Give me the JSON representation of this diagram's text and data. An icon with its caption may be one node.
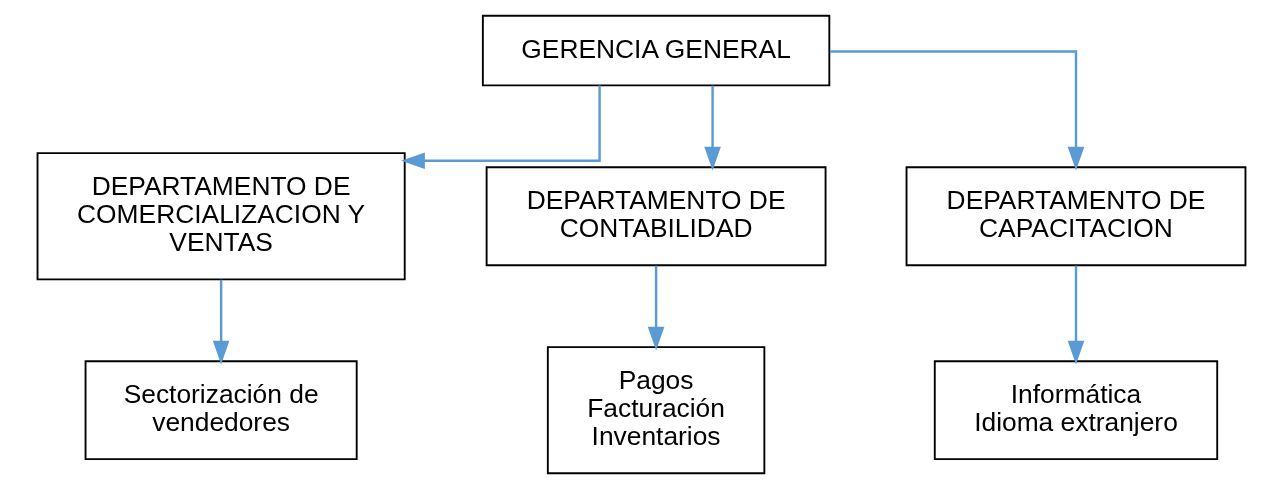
{
  "diagram": {
    "nodes": [
      {
        "text": [
          "GERENCIA GENERAL"
        ]
      },
      {
        "text": [
          "DEPARTAMENTO DE COMERCIALIZACION Y VENTAS"
        ]
      },
      {
        "text": [
          "DEPARTAMENTO DE CONTABILIDAD"
        ]
      },
      {
        "text": [
          "DEPARTAMENTO DE CAPACITACION"
        ]
      },
      {
        "text": [
          "Sectorización de vendedores"
        ]
      },
      {
        "text": [
          "Pagos",
          "Facturación",
          "Inventarios"
        ]
      },
      {
        "text": [
          "Informática",
          "Idioma extranjero"
        ]
      }
    ],
    "edges": [
      {
        "from": 0,
        "to": 1,
        "arrow": "to"
      },
      {
        "from": 0,
        "to": 2,
        "arrow": "to"
      },
      {
        "from": 0,
        "to": 3,
        "arrow": "to"
      },
      {
        "from": 1,
        "to": 4,
        "arrow": "to"
      },
      {
        "from": 2,
        "to": 5,
        "arrow": "to"
      },
      {
        "from": 3,
        "to": 6,
        "arrow": "to"
      }
    ]
  }
}
